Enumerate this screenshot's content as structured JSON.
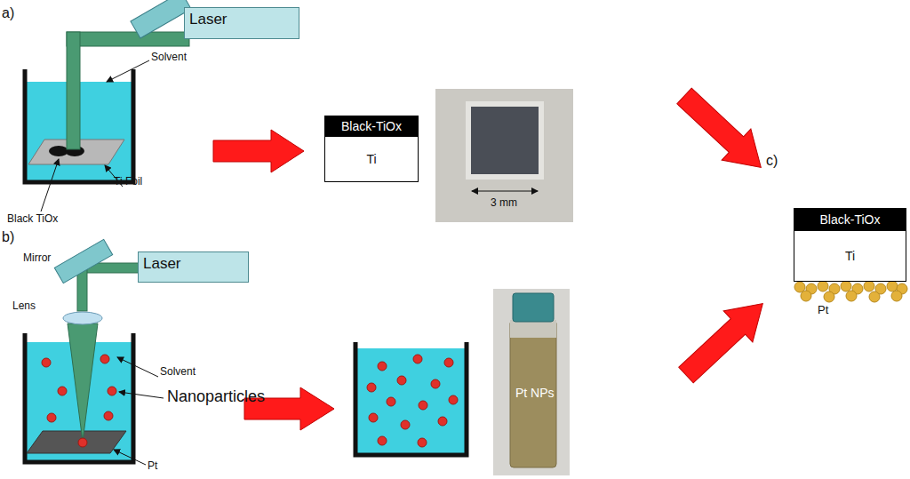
{
  "diagram": {
    "nodes": [
      {
        "text": [
          "Laser"
        ]
      },
      {
        "text": [
          "Black-TiOx"
        ]
      },
      {
        "text": [
          "Ti"
        ]
      },
      {
        "text": [
          "Black-TiOx"
        ]
      },
      {
        "text": [
          "Ti"
        ]
      },
      {
        "text": [
          "Laser"
        ]
      }
    ],
    "labels": [
      "a)",
      "Solvent",
      "Black TiOx",
      "Ti Foil",
      "3 mm",
      "c)",
      "Pt",
      "b)",
      "Mirror",
      "Lens",
      "Solvent",
      "Nanoparticles",
      "Pt",
      "Pt NPs"
    ]
  }
}
